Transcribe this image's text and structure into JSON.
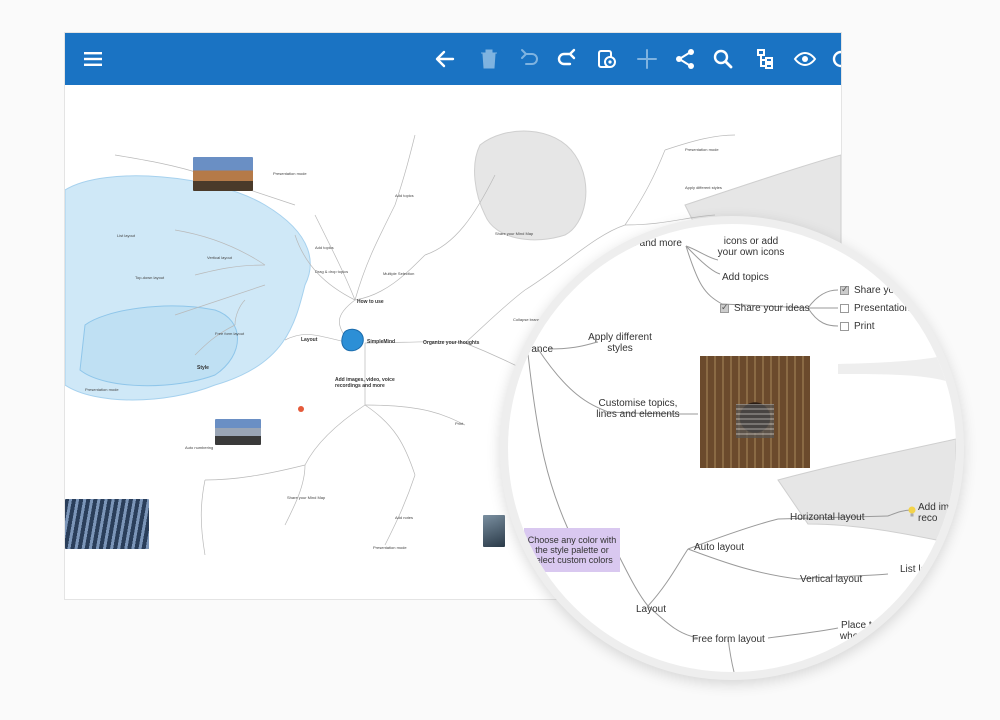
{
  "colors": {
    "toolbar": "#1a73c3",
    "blue_group": "#cfe8f7",
    "gray_group": "#e6e6e6",
    "purple_box": "#d9c8f0",
    "central_node": "#2c8fd6"
  },
  "toolbar": {
    "icons": [
      "menu-icon",
      "back-arrow-icon",
      "trash-icon",
      "undo-icon",
      "redo-icon",
      "style-palette-icon",
      "add-icon",
      "share-icon",
      "search-icon",
      "layout-tree-icon",
      "view-eye-icon"
    ]
  },
  "overview": {
    "central": "SimpleMind",
    "branches": {
      "organize": "Organize your thoughts",
      "add_images": "Add images, video, voice recordings and more",
      "layout": "Layout",
      "style": "Style",
      "how_to_use": "How to use",
      "share": "Share your ideas"
    },
    "small_nodes": [
      "Add topics",
      "Presentation mode",
      "Auto numbering",
      "Share your Mind Map",
      "Print",
      "Use stock icons or add your own icons",
      "Add notes",
      "Vertical layout",
      "Horizontal layout",
      "List layout",
      "Top-down layout",
      "Free form layout",
      "Multiple Selection",
      "Drag & drop topics",
      "Collapse branches",
      "Apply different styles"
    ]
  },
  "magnifier": {
    "top_fragment": ", voice and more",
    "icons_text": "icons or add your own icons",
    "add_topics": "Add topics",
    "share_ideas": "Share your ideas",
    "check_items": [
      "Share you",
      "Presentation",
      "Print"
    ],
    "style_fragment": "rance",
    "apply_styles": "Apply different styles",
    "customise": "Customise topics, lines and elements",
    "choose_color": "Choose any color with the style palette or select custom colors",
    "horizontal_layout": "Horizontal layout",
    "add_img": "Add ima reco",
    "auto_layout": "Auto layout",
    "vertical_layout": "Vertical layout",
    "list_layout": "List layo",
    "layout": "Layout",
    "free_form": "Free form layout",
    "place_topics": "Place topics where you w"
  }
}
